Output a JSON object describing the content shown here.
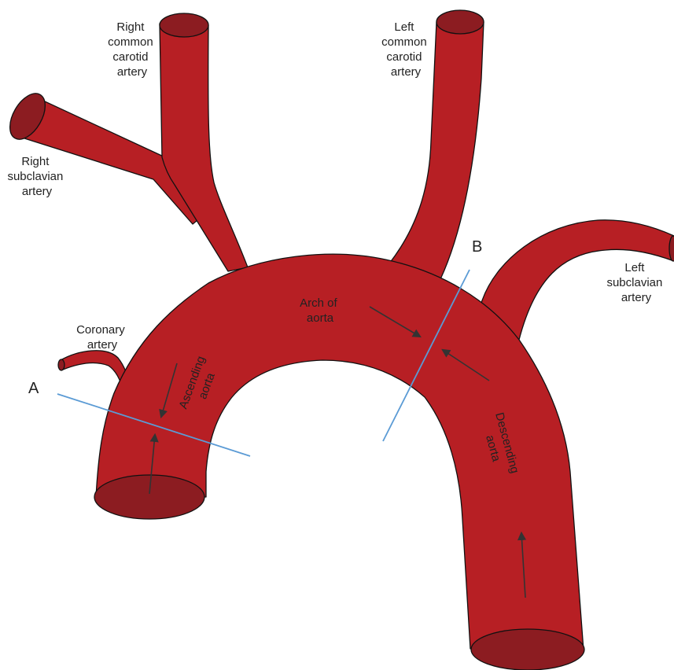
{
  "colors": {
    "vessel": "#B71F24",
    "lumen": "#8C1C21",
    "outline": "#111111",
    "cut_line": "#5B9BD5",
    "arrow": "#333333",
    "text": "#222222"
  },
  "labels": {
    "right_common_carotid": [
      "Right",
      "common",
      "carotid",
      "artery"
    ],
    "left_common_carotid": [
      "Left",
      "common",
      "carotid",
      "artery"
    ],
    "right_subclavian": [
      "Right",
      "subclavian",
      "artery"
    ],
    "left_subclavian": [
      "Left",
      "subclavian",
      "artery"
    ],
    "coronary": [
      "Coronary",
      "artery"
    ],
    "arch": [
      "Arch of",
      "aorta"
    ],
    "ascending": [
      "Ascending",
      "aorta"
    ],
    "descending": [
      "Descending",
      "aorta"
    ]
  },
  "section_lines": {
    "a": "A",
    "b": "B"
  },
  "icons": {
    "flow_arrow": "arrow-icon"
  }
}
